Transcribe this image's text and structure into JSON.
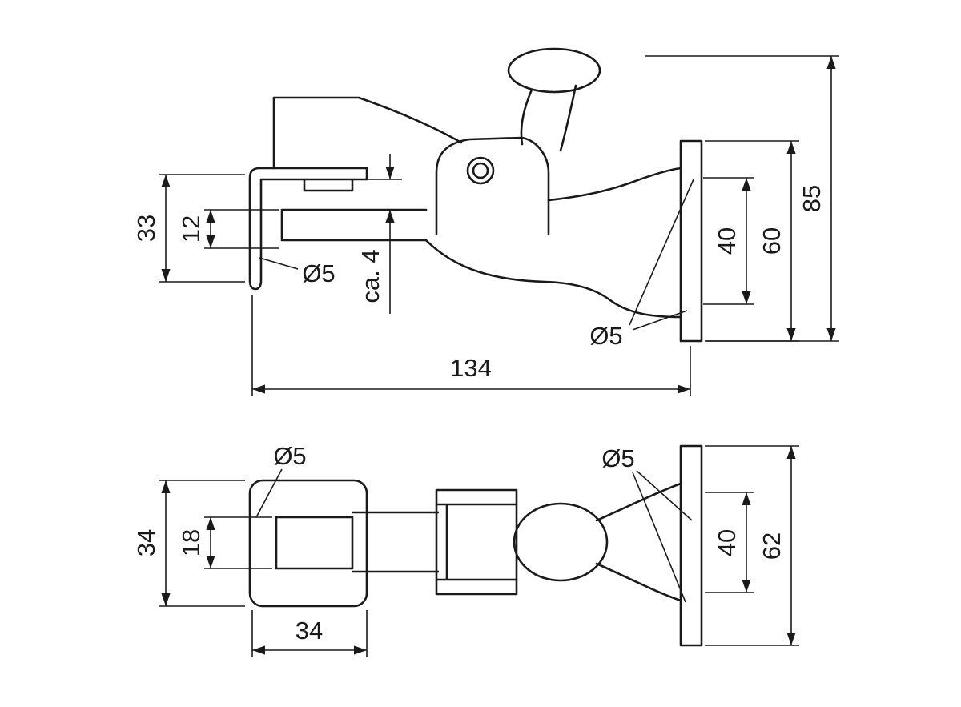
{
  "meta": {
    "background_color": "#ffffff",
    "line_color": "#1a1a1a",
    "drawing_type": "technical-dimension-drawing"
  },
  "side_view": {
    "height_33": "33",
    "height_12": "12",
    "dia_left": "Ø5",
    "gap_ca4": "ca. 4",
    "length_134": "134",
    "hole_spacing_40": "40",
    "plate_height_60": "60",
    "overall_height_85": "85",
    "dia_right": "Ø5"
  },
  "plan_view": {
    "dia_left": "Ø5",
    "width_34": "34",
    "slot_width_18": "18",
    "bracket_depth_34": "34",
    "dia_right": "Ø5",
    "hole_spacing_40": "40",
    "plate_width_62": "62"
  }
}
